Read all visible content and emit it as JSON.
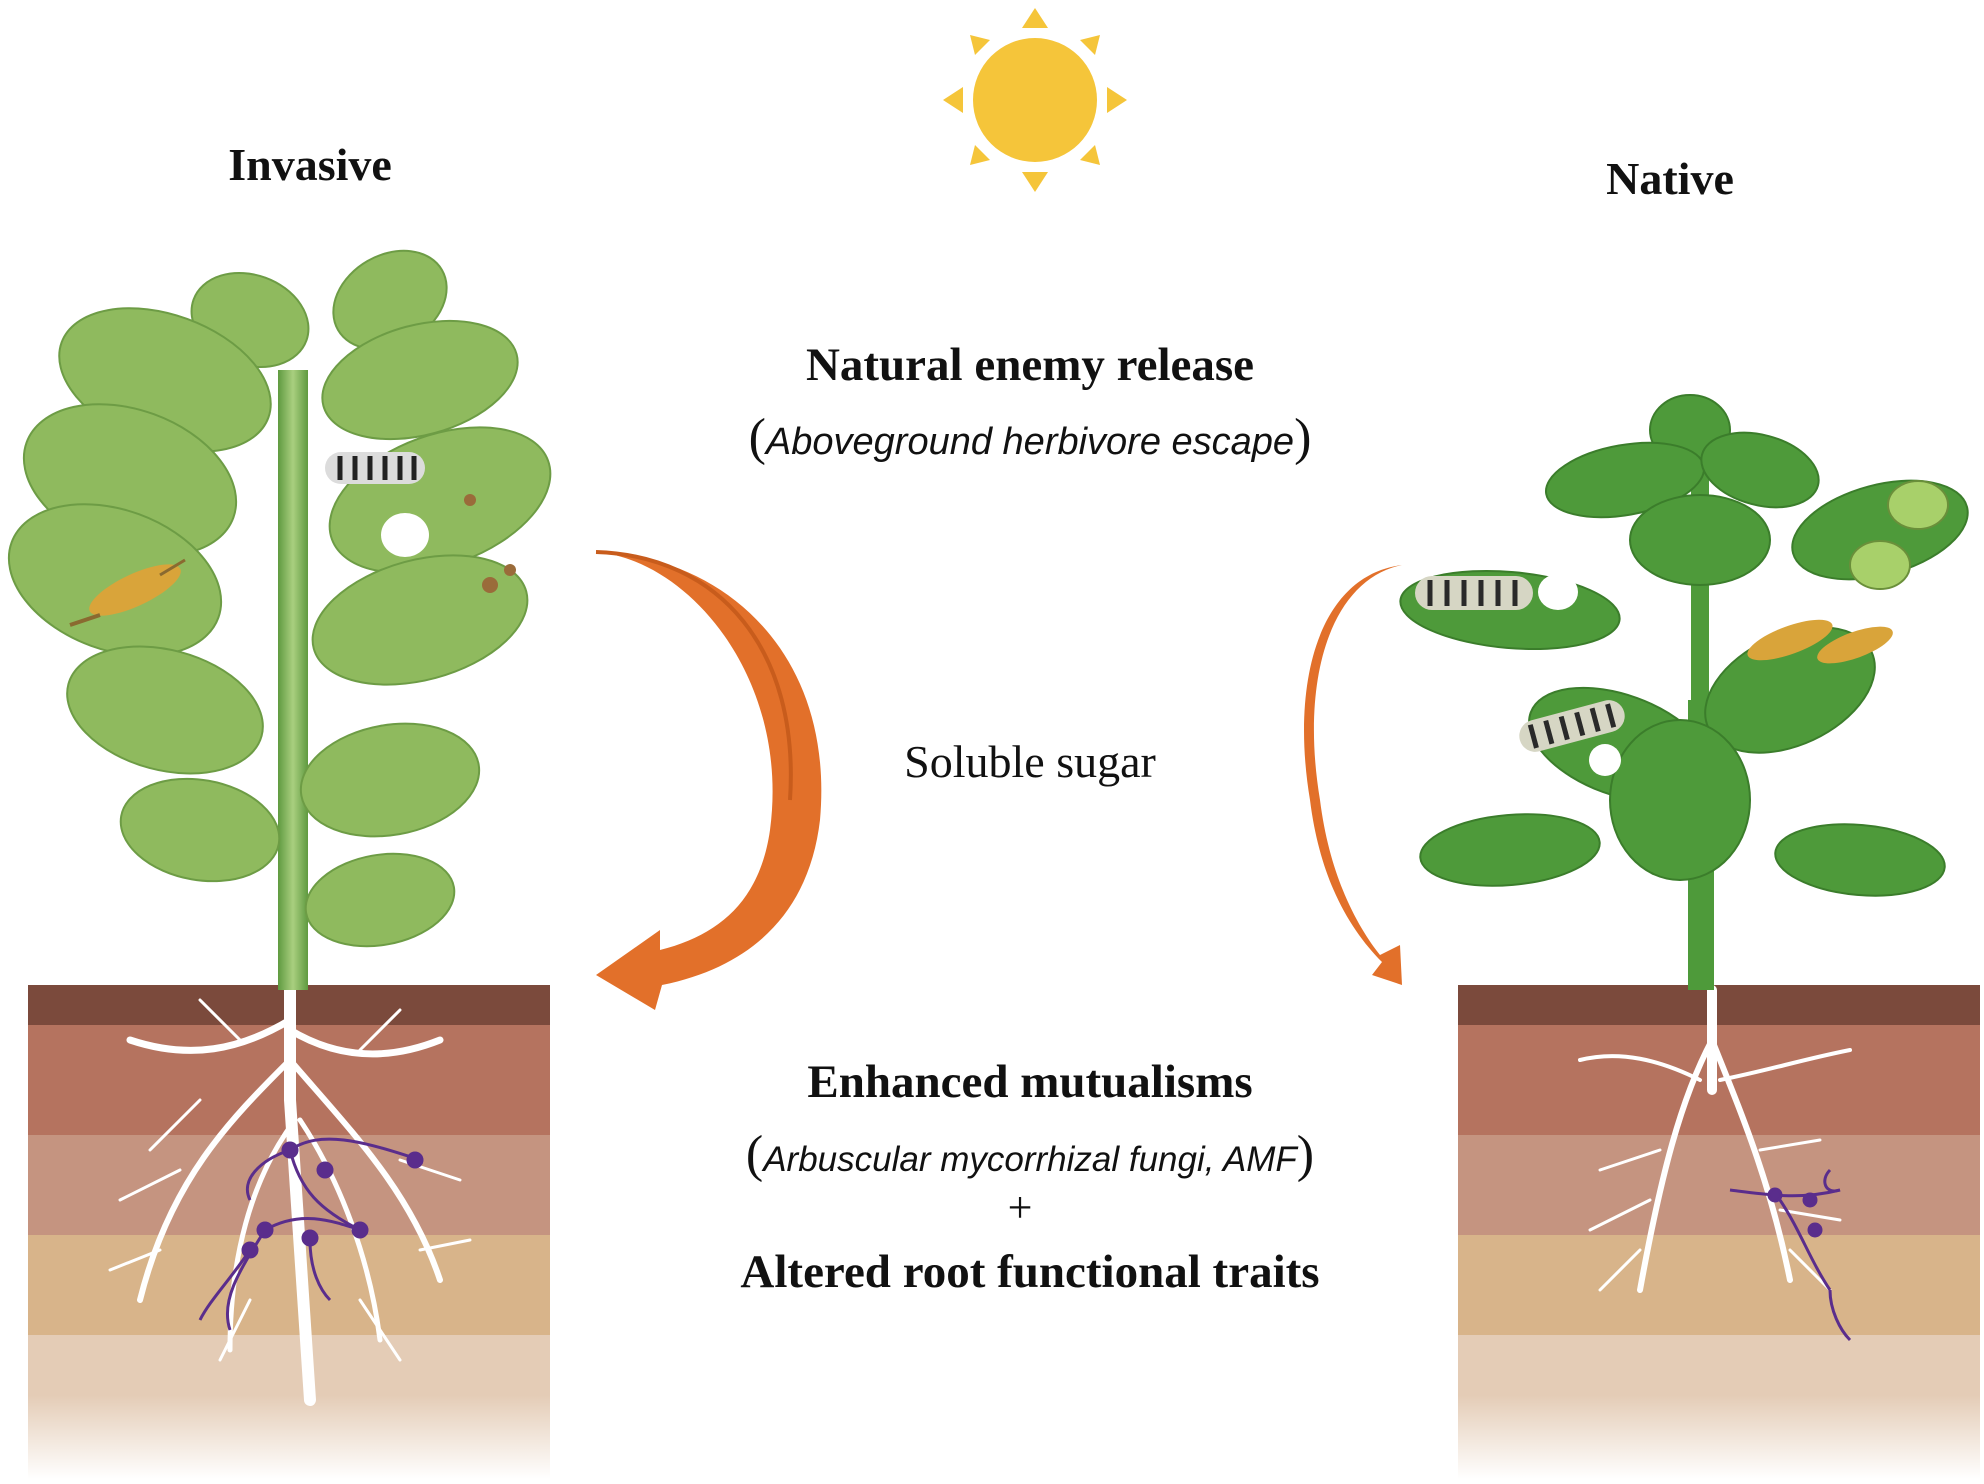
{
  "labels": {
    "invasive": "Invasive",
    "native": "Native",
    "enemy_release_title": "Natural enemy release",
    "enemy_release_detail": "Aboveground herbivore escape",
    "soluble_sugar": "Soluble sugar",
    "mutualism_title": "Enhanced mutualisms",
    "mutualism_detail": "Arbuscular mycorrhizal fungi, AMF",
    "plus": "+",
    "root_traits": "Altered root functional traits"
  },
  "colors": {
    "sun": "#f5c53a",
    "arrow": "#e2702a",
    "leaf_invasive": "#8fba5e",
    "leaf_native": "#4e9a3a",
    "soil_top": "#7b4a3c",
    "soil_mid": "#b5735f",
    "soil_light": "#d8b48a",
    "fungi": "#5a2d8c",
    "root": "#ffffff"
  },
  "icons": [
    "sun-icon",
    "caterpillar-icon",
    "grasshopper-icon",
    "aphid-icon",
    "fungal-hyphae-icon"
  ]
}
